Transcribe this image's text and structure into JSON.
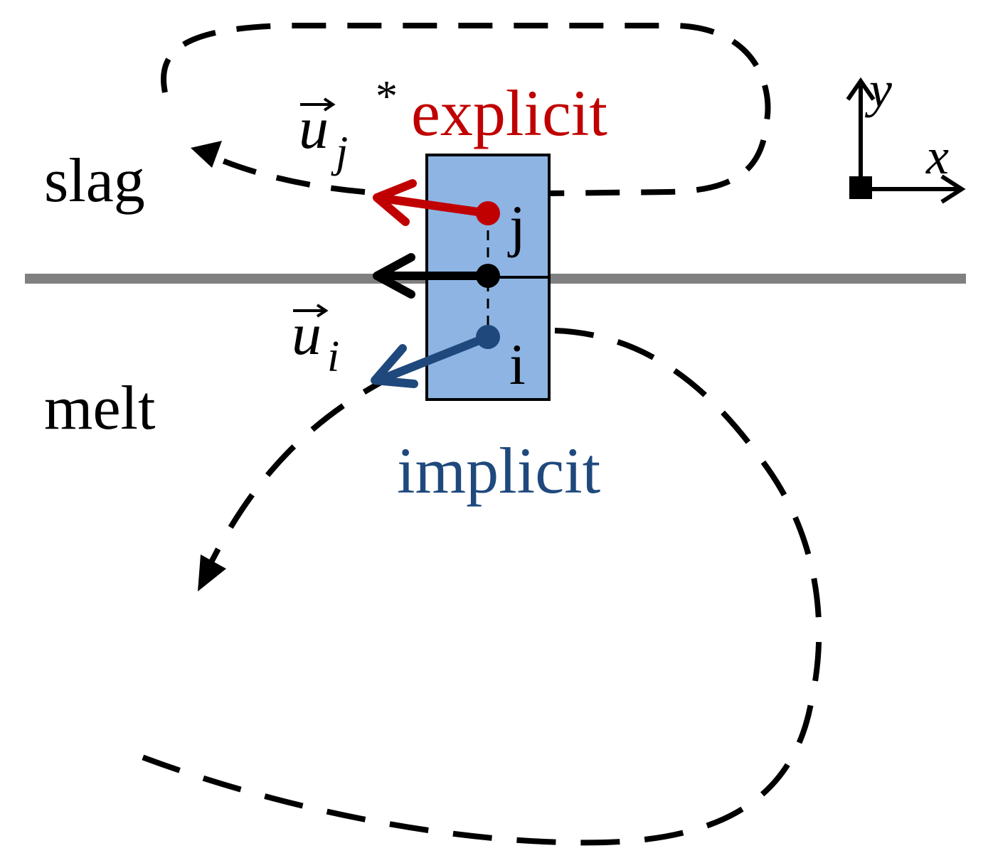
{
  "labels": {
    "slag": "slag",
    "melt": "melt",
    "explicit": "explicit",
    "implicit": "implicit",
    "cell_j": "j",
    "cell_i": "i",
    "axis_y": "y",
    "axis_x": "x",
    "vector_uj_base": "u",
    "vector_uj_subscript": "j",
    "vector_uj_superscript": "*",
    "vector_ui_base": "u",
    "vector_ui_subscript": "i"
  },
  "colors": {
    "background": "#ffffff",
    "interface": "#808080",
    "cell_fill": "#8eb4e3",
    "explicit": "#c00000",
    "implicit": "#1f497d",
    "ink": "#000000"
  },
  "icons": {
    "explicit_arrow": "arrow-left-icon",
    "implicit_arrow": "arrow-down-left-icon",
    "interface_arrow": "arrow-left-icon",
    "axis_arrows": "axis-arrows-icon"
  }
}
